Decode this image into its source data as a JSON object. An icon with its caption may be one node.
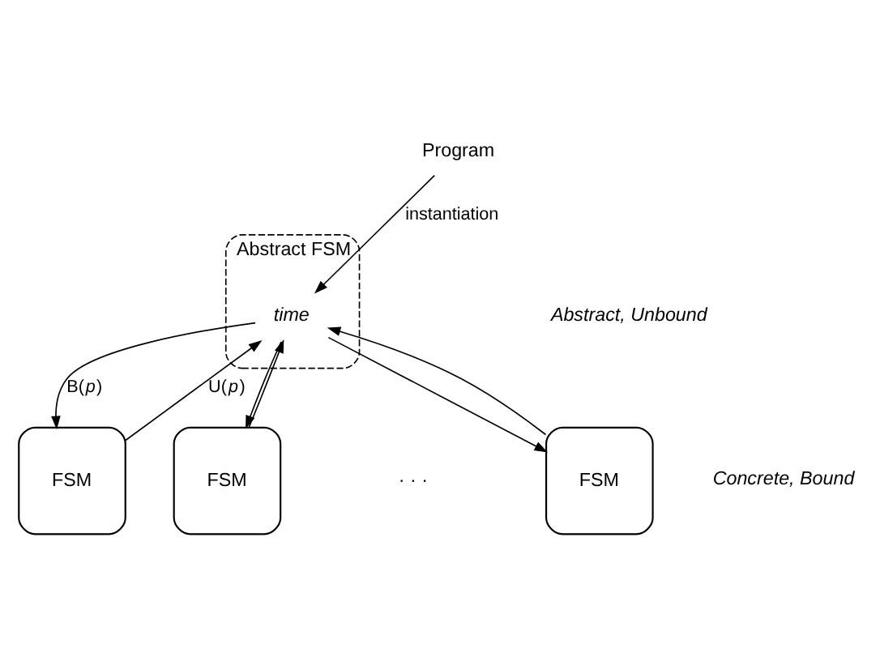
{
  "diagram": {
    "nodes": [
      {
        "text": [
          "Program"
        ]
      },
      {
        "text": [
          "Abstract FSM"
        ]
      },
      {
        "text": [
          "*time*"
        ],
        "in": 1
      },
      {
        "text": [
          "FSM"
        ]
      },
      {
        "text": [
          "FSM"
        ]
      },
      {
        "text": [
          "FSM"
        ]
      }
    ],
    "edges": [
      {
        "from": 0,
        "to": 2,
        "arrow": "to",
        "label": "instantiation"
      },
      {
        "from": 2,
        "to": 3,
        "arrow": "to",
        "label": "B(*p*)"
      },
      {
        "from": 3,
        "to": 2,
        "arrow": "to",
        "label": "U(*p*)"
      },
      {
        "from": 2,
        "to": 4,
        "arrow": "to"
      },
      {
        "from": 4,
        "to": 2,
        "arrow": "to"
      },
      {
        "from": 2,
        "to": 5,
        "arrow": "to"
      },
      {
        "from": 5,
        "to": 2,
        "arrow": "to"
      }
    ],
    "labels": [
      "*Abstract, Unbound*",
      "*Concrete, Bound*",
      "· · ·"
    ]
  }
}
